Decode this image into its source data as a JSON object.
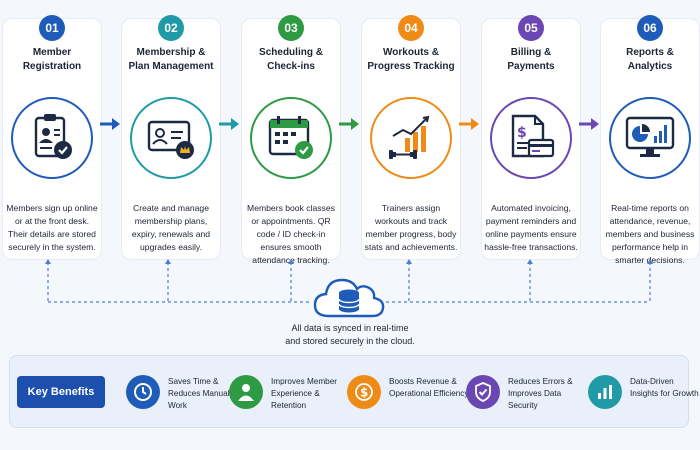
{
  "steps": [
    {
      "number": "01",
      "title": "Member\nRegistration",
      "desc": "Members sign up online or at the front desk. Their details are stored securely in the system.",
      "color": "#1f5bb8",
      "icon": "clipboard-check-icon"
    },
    {
      "number": "02",
      "title": "Membership &\nPlan Management",
      "desc": "Create and manage membership plans, expiry, renewals and upgrades easily.",
      "color": "#1f9aa6",
      "icon": "membership-card-crown-icon"
    },
    {
      "number": "03",
      "title": "Scheduling &\nCheck-ins",
      "desc": "Members book classes or appointments. QR code / ID check-in ensures smooth attendance tracking.",
      "color": "#2e9a44",
      "icon": "calendar-check-icon"
    },
    {
      "number": "04",
      "title": "Workouts &\nProgress Tracking",
      "desc": "Trainers assign workouts and track member progress, body stats and achievements.",
      "color": "#ef8a17",
      "icon": "dumbbell-chart-icon"
    },
    {
      "number": "05",
      "title": "Billing &\nPayments",
      "desc": "Automated invoicing, payment reminders and online payments ensure hassle-free transactions.",
      "color": "#6a47b3",
      "icon": "invoice-card-icon"
    },
    {
      "number": "06",
      "title": "Reports &\nAnalytics",
      "desc": "Real-time reports on attendance, revenue, members and business performance help in smarter decisions.",
      "color": "#1f5bb8",
      "icon": "monitor-chart-icon"
    }
  ],
  "sync": {
    "text": "All data is synced in real-time\nand stored securely in the cloud.",
    "icon": "cloud-database-icon"
  },
  "benefits": {
    "heading": "Key Benefits",
    "items": [
      {
        "text": "Saves Time & Reduces Manual Work",
        "color": "#1f5bb8",
        "icon": "clock-icon"
      },
      {
        "text": "Improves Member Experience & Retention",
        "color": "#2e9a44",
        "icon": "person-icon"
      },
      {
        "text": "Boosts Revenue & Operational Efficiency",
        "color": "#ef8a17",
        "icon": "dollar-icon"
      },
      {
        "text": "Reduces Errors & Improves Data Security",
        "color": "#6a47b3",
        "icon": "shield-check-icon"
      },
      {
        "text": "Data-Driven Insights for Growth",
        "color": "#1f9aa6",
        "icon": "bar-chart-icon"
      }
    ]
  },
  "arrow_colors": [
    "#1f5bb8",
    "#1f9aa6",
    "#2e9a44",
    "#ef8a17",
    "#6a47b3"
  ],
  "dashed_color": "#4a7fcf"
}
